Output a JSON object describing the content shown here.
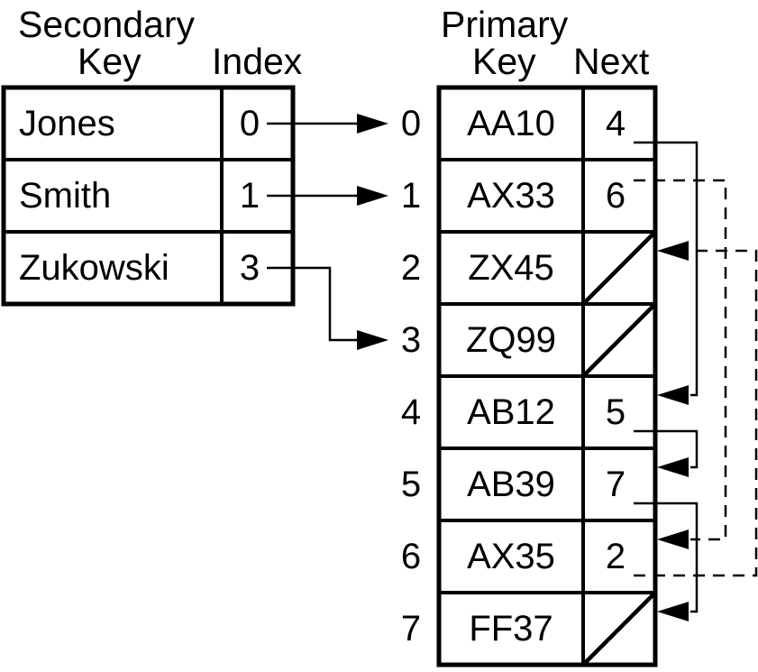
{
  "diagram": {
    "colors": {
      "ink": "#000000",
      "background": "#ffffff"
    },
    "secondary_table": {
      "title_line1": "Secondary",
      "title_line2": "Key",
      "index_header": "Index",
      "rows": [
        {
          "key": "Jones",
          "index": "0"
        },
        {
          "key": "Smith",
          "index": "1"
        },
        {
          "key": "Zukowski",
          "index": "3"
        }
      ]
    },
    "primary_table": {
      "title_line1": "Primary",
      "title_line2": "Key",
      "next_header": "Next",
      "rows": [
        {
          "index": "0",
          "key": "AA10",
          "next": "4"
        },
        {
          "index": "1",
          "key": "AX33",
          "next": "6"
        },
        {
          "index": "2",
          "key": "ZX45",
          "next": null
        },
        {
          "index": "3",
          "key": "ZQ99",
          "next": null
        },
        {
          "index": "4",
          "key": "AB12",
          "next": "5"
        },
        {
          "index": "5",
          "key": "AB39",
          "next": "7"
        },
        {
          "index": "6",
          "key": "AX35",
          "next": "2"
        },
        {
          "index": "7",
          "key": "FF37",
          "next": null
        }
      ]
    },
    "links": {
      "secondary_to_primary": [
        {
          "from_key": "Jones",
          "from_row": 0,
          "to_row": 0,
          "style": "solid"
        },
        {
          "from_key": "Smith",
          "from_row": 1,
          "to_row": 1,
          "style": "solid"
        },
        {
          "from_key": "Zukowski",
          "from_row": 2,
          "to_row": 3,
          "style": "solid"
        }
      ],
      "next_chain": [
        {
          "from_row": 0,
          "to_row": 4,
          "style": "solid"
        },
        {
          "from_row": 4,
          "to_row": 5,
          "style": "solid"
        },
        {
          "from_row": 5,
          "to_row": 7,
          "style": "solid"
        },
        {
          "from_row": 1,
          "to_row": 6,
          "style": "dashed"
        },
        {
          "from_row": 6,
          "to_row": 2,
          "style": "dashed"
        }
      ],
      "null_rows": [
        2,
        3,
        7
      ]
    }
  }
}
